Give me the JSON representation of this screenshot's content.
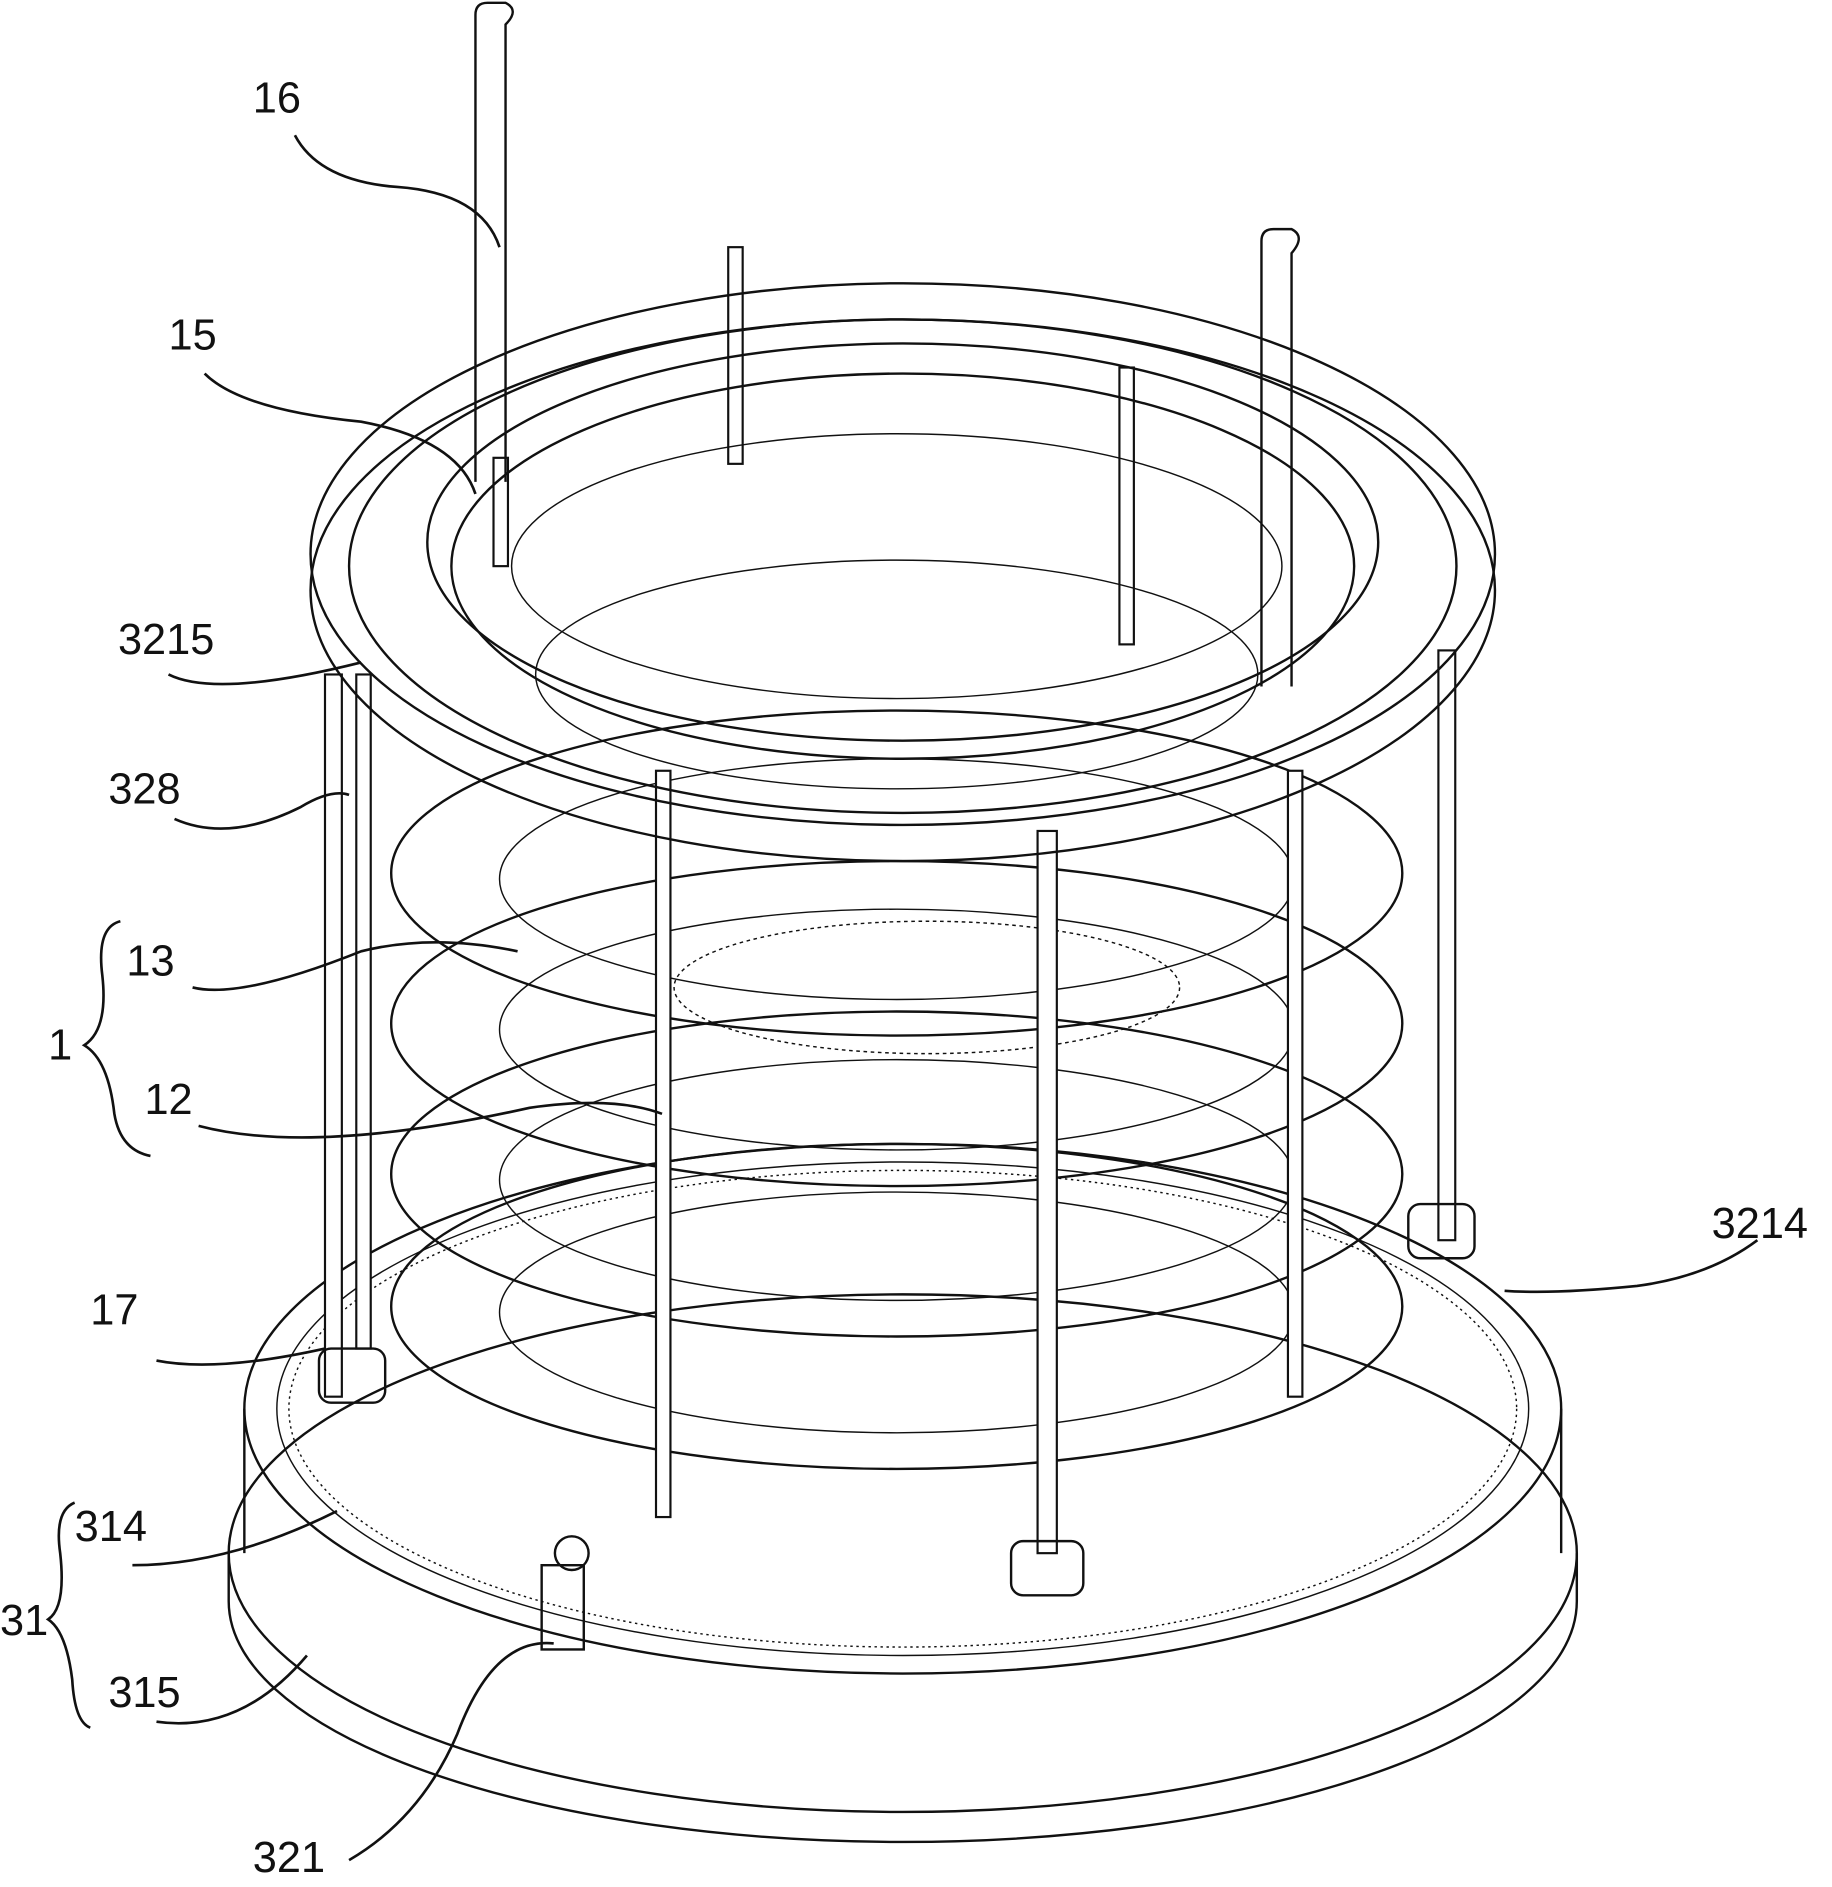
{
  "figure": {
    "labels": {
      "l16": "16",
      "l15": "15",
      "l3215": "3215",
      "l328": "328",
      "l13": "13",
      "l1": "1",
      "l12": "12",
      "l17": "17",
      "l314": "314",
      "l31": "31",
      "l315": "315",
      "l321": "321",
      "l3214": "3214"
    }
  }
}
